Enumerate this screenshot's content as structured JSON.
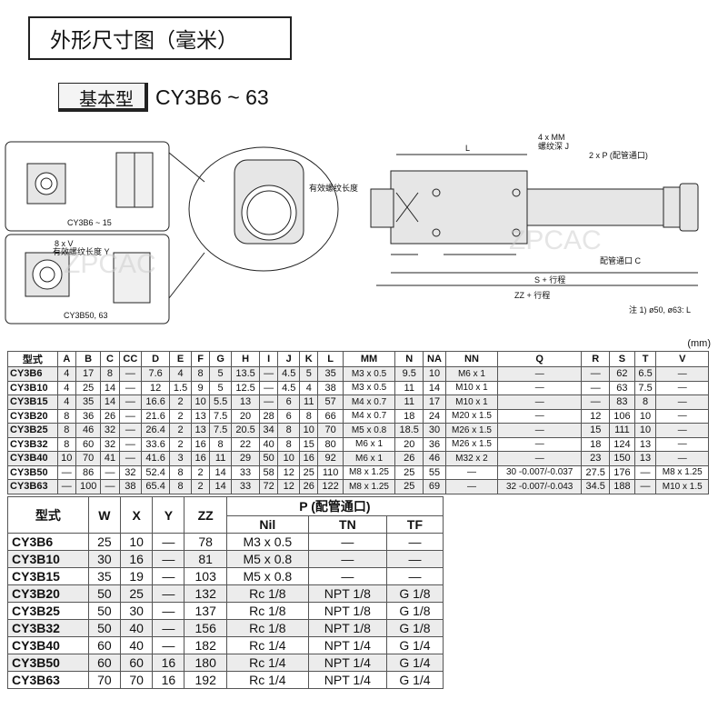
{
  "page_title": "外形尺寸图（毫米）",
  "section_label": "基本型",
  "section_model": "CY3B6 ~ 63",
  "unit": "(mm)",
  "drawing": {
    "inset1_caption": "CY3B6 ~ 15",
    "inset2_caption": "CY3B50, 63",
    "thread_depth": "有效螺纹长度",
    "ports_note": "2 x P (配管通口)",
    "port_c": "配管通口 C",
    "mm_note": "4 x MM",
    "mm_note2": "螺纹深 J",
    "l_note": "L",
    "s_label": "S + 行程",
    "zz_label": "ZZ + 行程",
    "footnote": "注 1) ø50, ø63: L",
    "v_note": "8 x V",
    "v_note2": "有效螺纹长度 Y",
    "watermark": "ZPCAC"
  },
  "table1": {
    "headers": [
      "型式",
      "A",
      "B",
      "C",
      "CC",
      "D",
      "E",
      "F",
      "G",
      "H",
      "I",
      "J",
      "K",
      "L",
      "MM",
      "N",
      "NA",
      "NN",
      "Q",
      "R",
      "S",
      "T",
      "V"
    ],
    "rows": [
      [
        "CY3B6",
        "4",
        "17",
        "8",
        "—",
        "7.6",
        "4",
        "8",
        "5",
        "13.5",
        "—",
        "4.5",
        "5",
        "35",
        "M3 x 0.5",
        "9.5",
        "10",
        "M6 x 1",
        "—",
        "—",
        "62",
        "6.5",
        "—"
      ],
      [
        "CY3B10",
        "4",
        "25",
        "14",
        "—",
        "12",
        "1.5",
        "9",
        "5",
        "12.5",
        "—",
        "4.5",
        "4",
        "38",
        "M3 x 0.5",
        "11",
        "14",
        "M10 x 1",
        "—",
        "—",
        "63",
        "7.5",
        "—"
      ],
      [
        "CY3B15",
        "4",
        "35",
        "14",
        "—",
        "16.6",
        "2",
        "10",
        "5.5",
        "13",
        "—",
        "6",
        "11",
        "57",
        "M4 x 0.7",
        "11",
        "17",
        "M10 x 1",
        "—",
        "—",
        "83",
        "8",
        "—"
      ],
      [
        "CY3B20",
        "8",
        "36",
        "26",
        "—",
        "21.6",
        "2",
        "13",
        "7.5",
        "20",
        "28",
        "6",
        "8",
        "66",
        "M4 x 0.7",
        "18",
        "24",
        "M20 x 1.5",
        "—",
        "12",
        "106",
        "10",
        "—"
      ],
      [
        "CY3B25",
        "8",
        "46",
        "32",
        "—",
        "26.4",
        "2",
        "13",
        "7.5",
        "20.5",
        "34",
        "8",
        "10",
        "70",
        "M5 x 0.8",
        "18.5",
        "30",
        "M26 x 1.5",
        "—",
        "15",
        "111",
        "10",
        "—"
      ],
      [
        "CY3B32",
        "8",
        "60",
        "32",
        "—",
        "33.6",
        "2",
        "16",
        "8",
        "22",
        "40",
        "8",
        "15",
        "80",
        "M6 x 1",
        "20",
        "36",
        "M26 x 1.5",
        "—",
        "18",
        "124",
        "13",
        "—"
      ],
      [
        "CY3B40",
        "10",
        "70",
        "41",
        "—",
        "41.6",
        "3",
        "16",
        "11",
        "29",
        "50",
        "10",
        "16",
        "92",
        "M6 x 1",
        "26",
        "46",
        "M32 x 2",
        "—",
        "23",
        "150",
        "13",
        "—"
      ],
      [
        "CY3B50",
        "—",
        "86",
        "—",
        "32",
        "52.4",
        "8",
        "2",
        "14",
        "33",
        "58",
        "12",
        "25",
        "110",
        "M8 x 1.25",
        "25",
        "55",
        "—",
        "30 -0.007/-0.037",
        "27.5",
        "176",
        "—",
        "M8 x 1.25"
      ],
      [
        "CY3B63",
        "—",
        "100",
        "—",
        "38",
        "65.4",
        "8",
        "2",
        "14",
        "33",
        "72",
        "12",
        "26",
        "122",
        "M8 x 1.25",
        "25",
        "69",
        "—",
        "32 -0.007/-0.043",
        "34.5",
        "188",
        "—",
        "M10 x 1.5"
      ]
    ]
  },
  "table2": {
    "col_model": "型式",
    "col_w": "W",
    "col_x": "X",
    "col_y": "Y",
    "col_zz": "ZZ",
    "col_p": "P (配管通口)",
    "col_nil": "Nil",
    "col_tn": "TN",
    "col_tf": "TF",
    "rows": [
      [
        "CY3B6",
        "25",
        "10",
        "—",
        "78",
        "M3 x 0.5",
        "—",
        "—"
      ],
      [
        "CY3B10",
        "30",
        "16",
        "—",
        "81",
        "M5 x 0.8",
        "—",
        "—"
      ],
      [
        "CY3B15",
        "35",
        "19",
        "—",
        "103",
        "M5 x 0.8",
        "—",
        "—"
      ],
      [
        "CY3B20",
        "50",
        "25",
        "—",
        "132",
        "Rc 1/8",
        "NPT 1/8",
        "G 1/8"
      ],
      [
        "CY3B25",
        "50",
        "30",
        "—",
        "137",
        "Rc 1/8",
        "NPT 1/8",
        "G 1/8"
      ],
      [
        "CY3B32",
        "50",
        "40",
        "—",
        "156",
        "Rc 1/8",
        "NPT 1/8",
        "G 1/8"
      ],
      [
        "CY3B40",
        "60",
        "40",
        "—",
        "182",
        "Rc 1/4",
        "NPT 1/4",
        "G 1/4"
      ],
      [
        "CY3B50",
        "60",
        "60",
        "16",
        "180",
        "Rc 1/4",
        "NPT 1/4",
        "G 1/4"
      ],
      [
        "CY3B63",
        "70",
        "70",
        "16",
        "192",
        "Rc 1/4",
        "NPT 1/4",
        "G 1/4"
      ]
    ]
  }
}
